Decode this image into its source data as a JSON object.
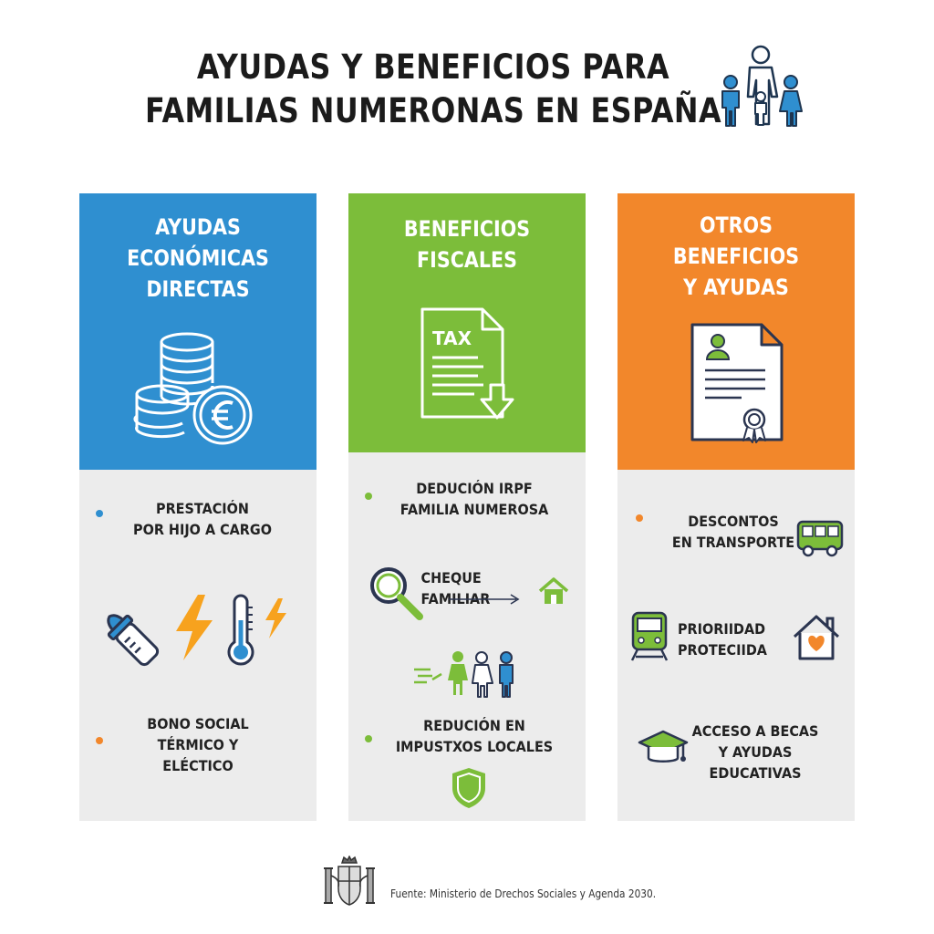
{
  "title": {
    "line1": "AYUDAS Y BENEFICIOS PARA",
    "line2": "FAMILIAS NUMERONAS EN ESPAÑA"
  },
  "icons": {
    "header": "family-icon",
    "col1_header": "euro-coins-icon",
    "col2_header": "tax-document-icon",
    "col3_header": "certificate-icon"
  },
  "colors": {
    "blue": "#2f8fd0",
    "green": "#7cbd3a",
    "orange": "#f2872b",
    "panel": "#ececec"
  },
  "columns": [
    {
      "title": [
        "AYUDAS",
        "ECONÓMICAS",
        "DIRECTAS"
      ],
      "items": [
        {
          "lines": [
            "PRESTACIÓN",
            "POR HIJO A CARGO"
          ]
        },
        {
          "lines": [
            "BONO SOCIAL",
            "TÉRMICO Y",
            "ELÉCTICO"
          ]
        }
      ]
    },
    {
      "title": [
        "BENEFICIOS",
        "FISCALES"
      ],
      "header_icon_text": "TAX",
      "items": [
        {
          "lines": [
            "DEDUCIÓN IRPF",
            "FAMILIA NUMEROSA"
          ]
        },
        {
          "lines": [
            "CHEQUE FAMILIAR"
          ]
        },
        {
          "lines": [
            "REDUCIÓN EN",
            "IMPUSTXOS LOCALES"
          ]
        }
      ]
    },
    {
      "title": [
        "OTROS",
        "BENEFICIOS",
        "Y AYUDAS"
      ],
      "items": [
        {
          "lines": [
            "DESCONTOS",
            "EN TRANSPORTE"
          ]
        },
        {
          "lines": [
            "PRIORIIDAD",
            "PROTECIIDA"
          ]
        },
        {
          "lines": [
            "ACCESO A BECAS",
            "Y AYUDAS",
            "EDUCATIVAS"
          ]
        }
      ]
    }
  ],
  "footer": {
    "source": "Fuente: Ministerio de Drechos Sociales y Agenda 2030."
  }
}
